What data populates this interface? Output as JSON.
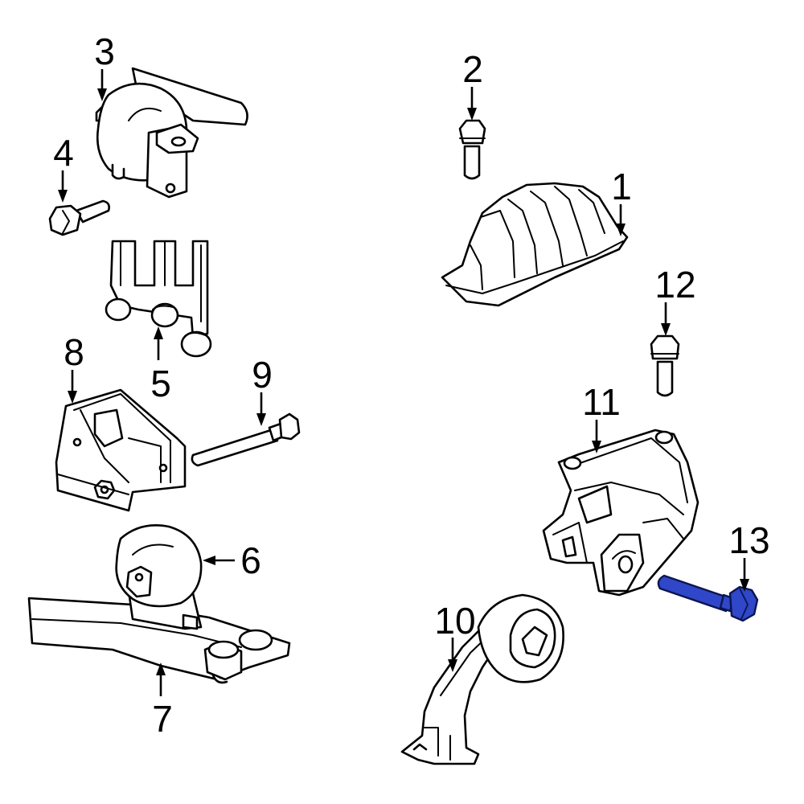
{
  "diagram": {
    "highlight_color": "#2f47c8",
    "callouts": [
      {
        "id": "1",
        "label": "1"
      },
      {
        "id": "2",
        "label": "2"
      },
      {
        "id": "3",
        "label": "3"
      },
      {
        "id": "4",
        "label": "4"
      },
      {
        "id": "5",
        "label": "5"
      },
      {
        "id": "6",
        "label": "6"
      },
      {
        "id": "7",
        "label": "7"
      },
      {
        "id": "8",
        "label": "8"
      },
      {
        "id": "9",
        "label": "9"
      },
      {
        "id": "10",
        "label": "10"
      },
      {
        "id": "11",
        "label": "11"
      },
      {
        "id": "12",
        "label": "12"
      },
      {
        "id": "13",
        "label": "13"
      }
    ]
  }
}
